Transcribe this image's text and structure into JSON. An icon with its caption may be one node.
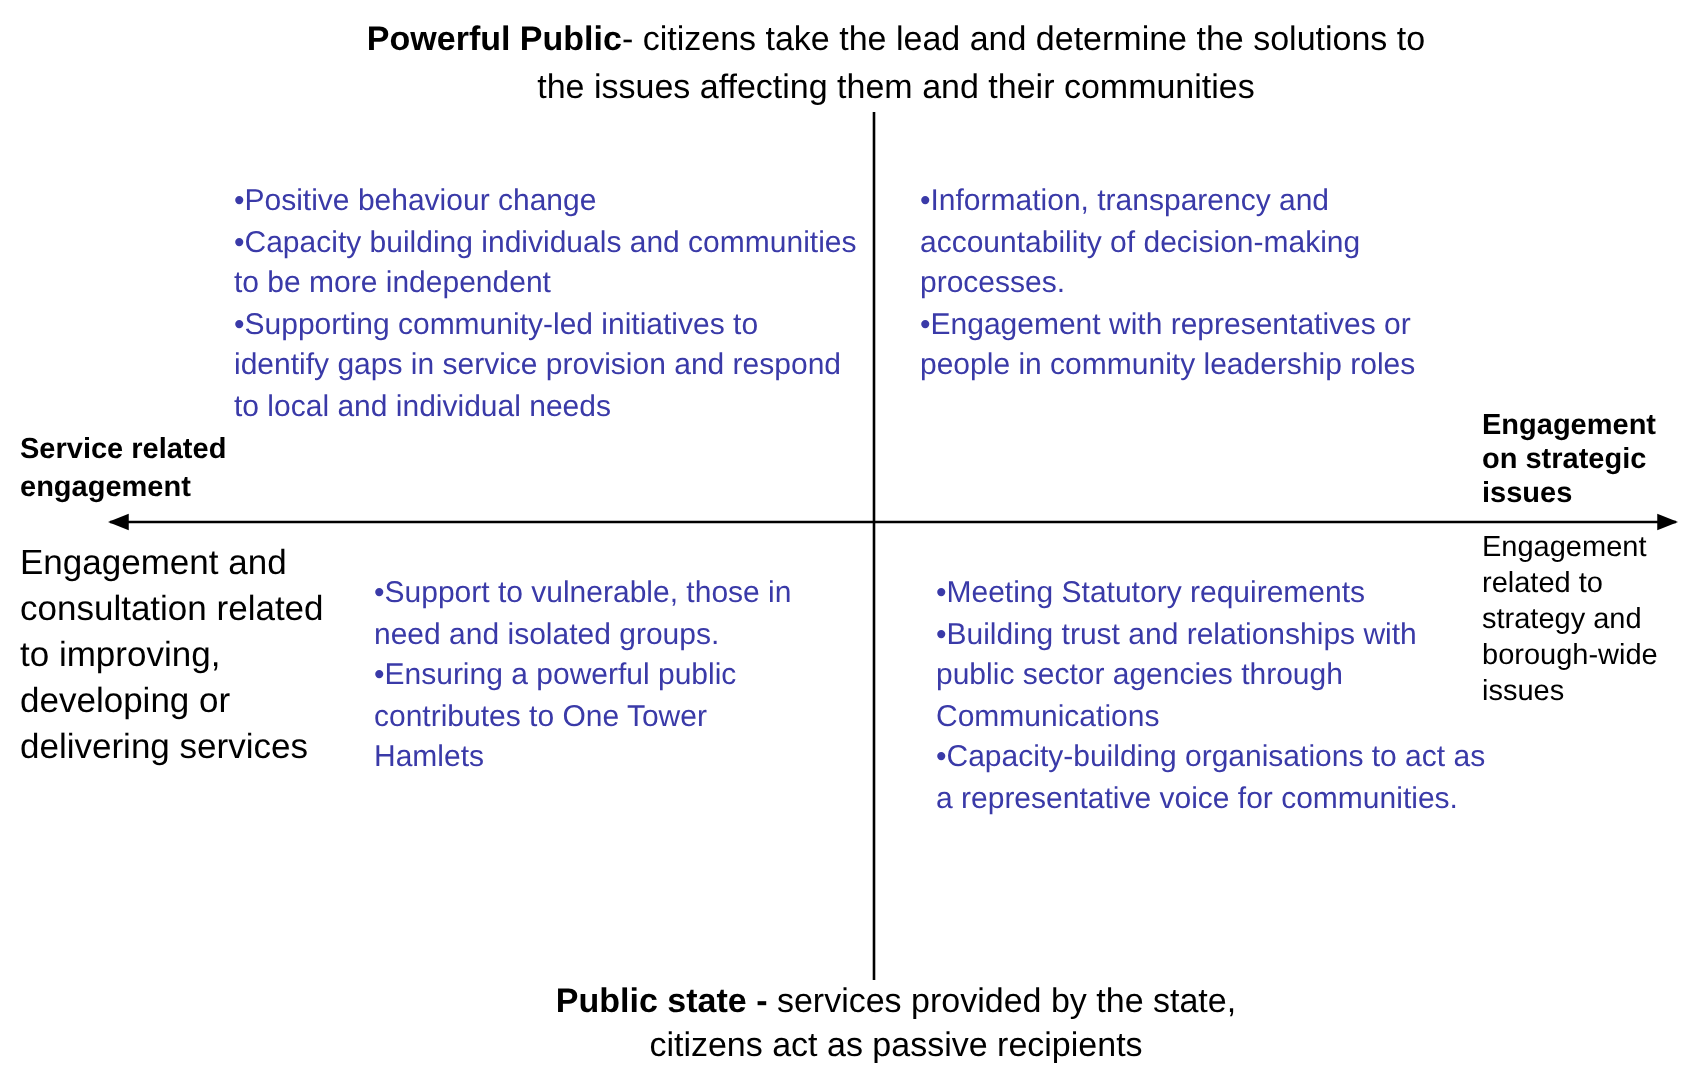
{
  "diagram": {
    "labels": [
      "**Powerful Public**- citizens take the lead and determine the solutions to the issues affecting them and their communities",
      "**Public state -** services provided by the state, citizens act as passive recipients",
      "Service related engagement",
      "Engagement and consultation related to improving, developing or delivering services",
      "Engagement on strategic issues",
      "Engagement related to strategy and borough-wide issues",
      "•Positive behaviour change",
      "•Capacity building individuals and communities to be more independent",
      "•Supporting community-led initiatives to identify gaps in service provision and respond to local and individual needs",
      "•Information, transparency and accountability of decision-making processes.",
      "•Engagement with representatives or people in community leadership roles",
      "•Support to vulnerable, those in need and isolated groups.",
      "•Ensuring a powerful public contributes to One Tower Hamlets",
      "•Meeting Statutory requirements",
      "•Building trust and relationships with public sector agencies through Communications",
      "•Capacity-building organisations to act as a representative voice for communities."
    ]
  }
}
